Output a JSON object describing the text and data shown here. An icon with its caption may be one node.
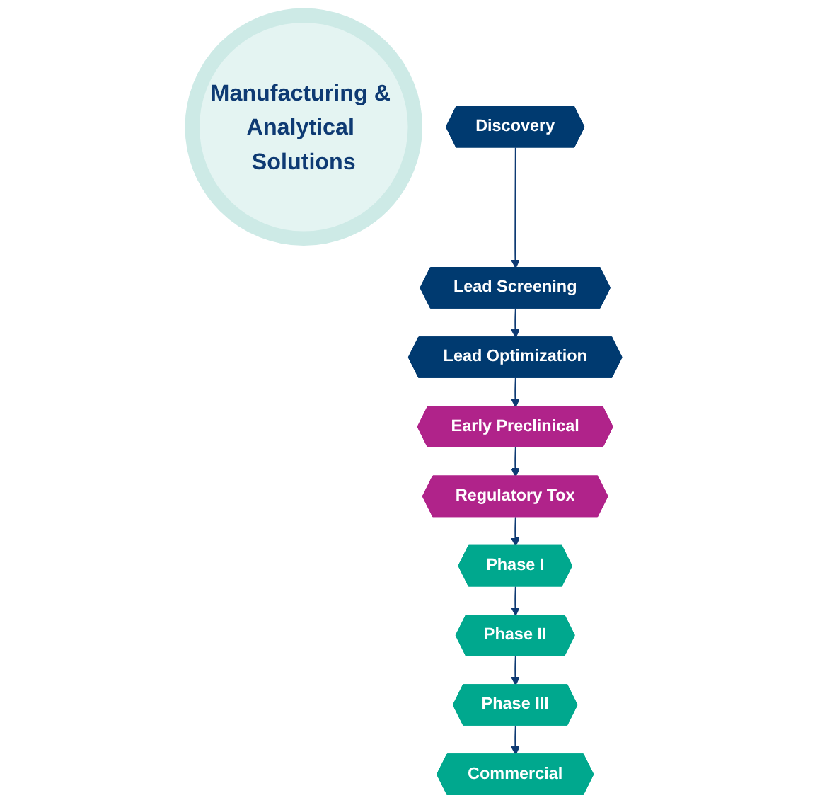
{
  "diagram": {
    "nodes": [
      {
        "text": [
          "Manufacturing & Analytical Solutions"
        ]
      },
      {
        "text": [
          "Discovery"
        ]
      },
      {
        "text": [
          "Lead Screening"
        ]
      },
      {
        "text": [
          "Lead Optimization"
        ]
      },
      {
        "text": [
          "Early Preclinical"
        ]
      },
      {
        "text": [
          "Regulatory Tox"
        ]
      },
      {
        "text": [
          "Phase I"
        ]
      },
      {
        "text": [
          "Phase II"
        ]
      },
      {
        "text": [
          "Phase III"
        ]
      },
      {
        "text": [
          "Commercial"
        ]
      }
    ],
    "edges": [
      {
        "from": 1,
        "to": 2,
        "arrow": "to"
      },
      {
        "from": 2,
        "to": 3,
        "arrow": "to"
      },
      {
        "from": 3,
        "to": 4,
        "arrow": "to"
      },
      {
        "from": 4,
        "to": 5,
        "arrow": "to"
      },
      {
        "from": 5,
        "to": 6,
        "arrow": "to"
      },
      {
        "from": 6,
        "to": 7,
        "arrow": "to"
      },
      {
        "from": 7,
        "to": 8,
        "arrow": "to"
      },
      {
        "from": 8,
        "to": 9,
        "arrow": "to"
      }
    ]
  }
}
